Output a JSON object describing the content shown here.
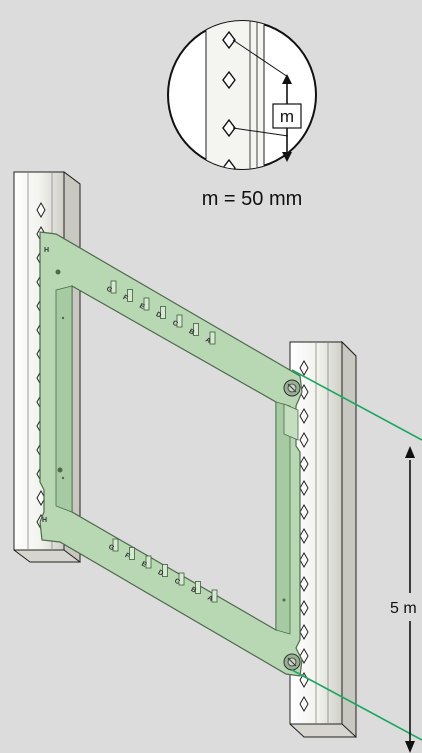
{
  "detail": {
    "marker": "m",
    "caption": "m = 50 mm"
  },
  "spacing": {
    "label": "5 m"
  },
  "bracket_letters": {
    "top": [
      "G",
      "F",
      "E",
      "D",
      "C",
      "B",
      "A"
    ],
    "bottom": [
      "G",
      "F",
      "E",
      "D",
      "C",
      "B",
      "A"
    ],
    "left_top": "H",
    "left_bottom": "H"
  },
  "colors": {
    "background": "#dcdcdc",
    "frame_fill": "#b8d8b4",
    "frame_stroke": "#4d6b4b",
    "rail_fill": "#f3f3ef",
    "guide_line": "#1aa860",
    "dimension": "#111111"
  }
}
